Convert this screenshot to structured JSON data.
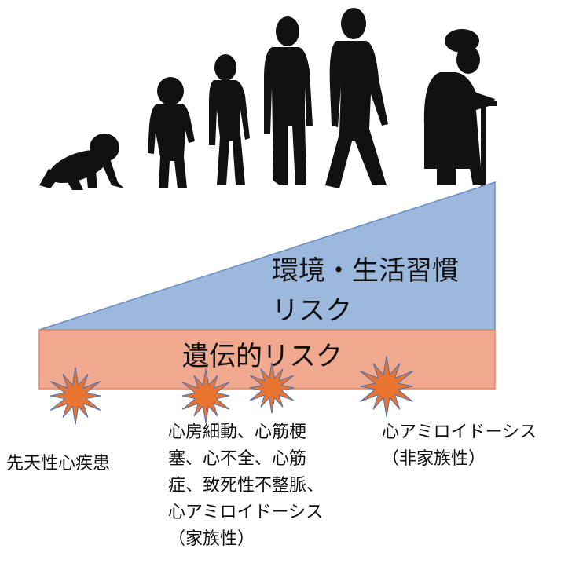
{
  "diagram": {
    "environment_label_line1": "環境・生活習慣",
    "environment_label_line2": "リスク",
    "genetic_label": "遺伝的リスク",
    "diseases": [
      {
        "lines": [
          "先天性心疾患"
        ]
      },
      {
        "lines": [
          "心房細動、心筋梗",
          "塞、心不全、心筋",
          "症、致死性不整脈、",
          "心アミロイドーシス",
          "（家族性）"
        ]
      },
      {
        "lines": [
          "心アミロイドーシス",
          "（非家族性）"
        ]
      }
    ],
    "colors": {
      "environment_fill": "#9db8dd",
      "environment_stroke": "#6b8cc4",
      "genetic_fill": "#f0a88e",
      "genetic_stroke": "#e58462",
      "burst_fill": "#e8742f",
      "burst_stroke": "#4d73b8",
      "silhouette": "#111111"
    },
    "silhouette_icons": [
      "crawling-baby-icon",
      "toddler-icon",
      "child-icon",
      "adult-man-icon",
      "walking-man-icon",
      "elderly-man-with-cane-icon"
    ]
  }
}
